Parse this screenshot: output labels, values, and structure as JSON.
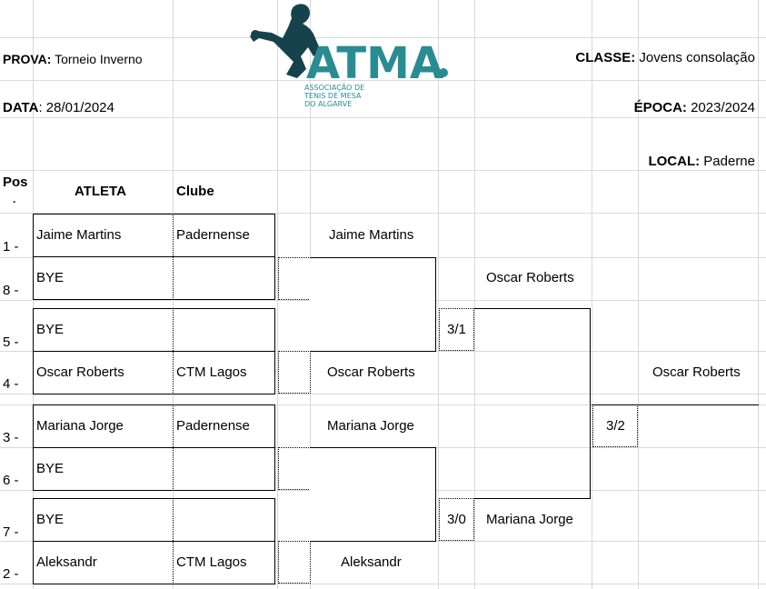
{
  "header": {
    "prova_label": "PROVA:",
    "prova_value": "Torneio Inverno",
    "classe_label": "CLASSE:",
    "classe_value": "Jovens consolação",
    "data_label": "DATA",
    "data_value": ": 28/01/2024",
    "epoca_label": "ÉPOCA:",
    "epoca_value": "2023/2024",
    "local_label": "LOCAL:",
    "local_value": "Paderne"
  },
  "logo": {
    "letters": "ATMA",
    "line1": "ASSOCIAÇÃO DE",
    "line2": "TENIS DE MESA",
    "line3": "DO ALGARVE",
    "color": "#2a8c93",
    "dark_color": "#16434b"
  },
  "table_headers": {
    "pos_line1": "Pos",
    "pos_line2": ".",
    "atleta": "ATLETA",
    "clube": "Clube"
  },
  "entries": [
    {
      "pos": "1 -",
      "athlete": "Jaime Martins",
      "club": "Padernense"
    },
    {
      "pos": "8 -",
      "athlete": "BYE",
      "club": ""
    },
    {
      "pos": "5 -",
      "athlete": "BYE",
      "club": ""
    },
    {
      "pos": "4 -",
      "athlete": "Oscar Roberts",
      "club": "CTM Lagos"
    },
    {
      "pos": "3 -",
      "athlete": "Mariana Jorge",
      "club": "Padernense"
    },
    {
      "pos": "6 -",
      "athlete": "BYE",
      "club": ""
    },
    {
      "pos": "7 -",
      "athlete": "BYE",
      "club": ""
    },
    {
      "pos": "2 -",
      "athlete": "Aleksandr",
      "club": "CTM Lagos"
    }
  ],
  "round1_winners": [
    "Jaime Martins",
    "Oscar Roberts",
    "Mariana Jorge",
    "Aleksandr"
  ],
  "round2_winners": [
    "Oscar Roberts",
    "Mariana Jorge"
  ],
  "final_winner": "Oscar Roberts",
  "match_codes": {
    "semi1": "3/1",
    "semi2": "3/0",
    "final": "3/2"
  }
}
